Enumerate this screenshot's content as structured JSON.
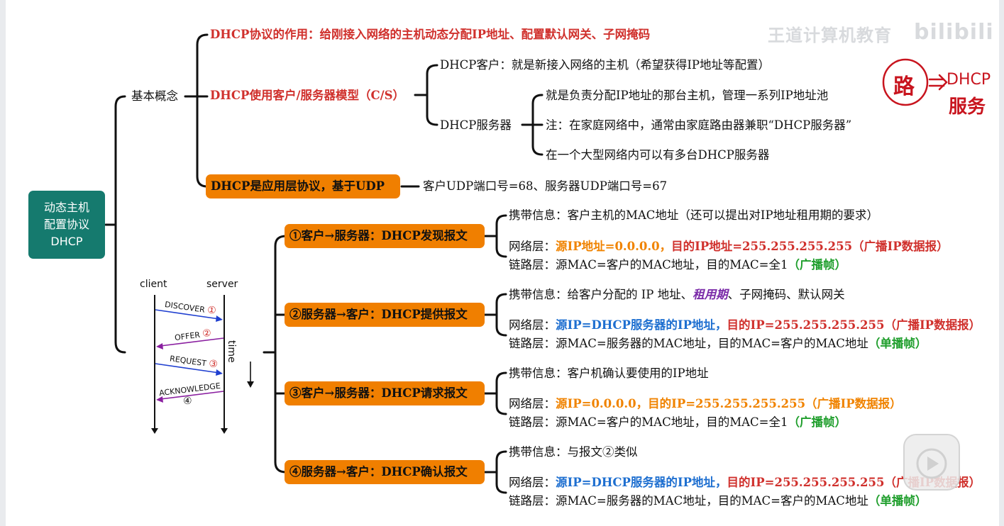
{
  "root": {
    "line1": "动态主机",
    "line2": "配置协议",
    "line3": "DHCP"
  },
  "basic": {
    "label": "基本概念",
    "role": "DHCP协议的作用：给刚接入网络的主机动态分配IP地址、配置默认网关、子网掩码",
    "cs_model": "DHCP使用客户/服务器模型（C/S）",
    "client_label": "DHCP客户：",
    "client_desc": "就是新接入网络的主机（希望获得IP地址等配置）",
    "server_label": "DHCP服务器",
    "server_notes": [
      "就是负责分配IP地址的那台主机，管理一系列IP地址池",
      "注：在家庭网络中，通常由家庭路由器兼职“DHCP服务器”",
      "在一个大型网络内可以有多台DHCP服务器"
    ],
    "app_layer": "DHCP是应用层协议，基于UDP",
    "ports": "客户UDP端口号=68、服务器UDP端口号=67"
  },
  "sequence": {
    "client": "client",
    "server": "server",
    "time": "time",
    "msgs": [
      "DISCOVER",
      "OFFER",
      "REQUEST",
      "ACKNOWLEDGE"
    ],
    "nums": [
      "①",
      "②",
      "③",
      "④"
    ]
  },
  "messages": [
    {
      "title": "①客户→服务器：DHCP发现报文",
      "carry_label": "携带信息：",
      "carry": "客户主机的MAC地址（还可以提出对IP地址租用期的要求）",
      "net_label": "网络层：",
      "net": "源IP地址=0.0.0.0，",
      "net2": "目的IP地址=255.255.255.255（广播IP数据报）",
      "link_label": "链路层：",
      "link": "源MAC=客户的MAC地址，目的MAC=全1",
      "link_tag": "（广播帧）"
    },
    {
      "title": "②服务器→客户：DHCP提供报文",
      "carry_label": "携带信息：",
      "carry_a": "给客户分配的 IP 地址、",
      "carry_b": "租用期",
      "carry_c": "、子网掩码、默认网关",
      "net_label": "网络层：",
      "net": "源IP=DHCP服务器的IP地址，",
      "net2": "目的IP=255.255.255.255（广播IP数据报）",
      "link_label": "链路层：",
      "link": "源MAC=服务器的MAC地址，目的MAC=客户的MAC地址",
      "link_tag": "（单播帧）"
    },
    {
      "title": "③客户→服务器：DHCP请求报文",
      "carry_label": "携带信息：",
      "carry": "客户机确认要使用的IP地址",
      "net_label": "网络层：",
      "net": "源IP=0.0.0.0，目的IP=255.255.255.255（广播IP数据报）",
      "link_label": "链路层：",
      "link": "源MAC=客户的MAC地址，目的MAC=全1",
      "link_tag": "（广播帧）"
    },
    {
      "title": "④服务器→客户：DHCP确认报文",
      "carry_label": "携带信息：",
      "carry": "与报文②类似",
      "net_label": "网络层：",
      "net": "源IP=DHCP服务器的IP地址，",
      "net2": "目的IP=255.255.255.255（广播IP数据报）",
      "link_label": "链路层：",
      "link": "源MAC=服务器的MAC地址，目的MAC=客户的MAC地址",
      "link_tag": "（单播帧）"
    }
  ],
  "handwritten": {
    "char": "路",
    "arrow": "⇒",
    "line1": "DHCP",
    "line2": "服务"
  },
  "watermark": {
    "text": "王道计算机教育",
    "logo": "bilibili"
  },
  "colors": {
    "root": "#157a6e",
    "box": "#f07f00",
    "red": "#d0312d",
    "orange": "#f08300",
    "blue": "#1e6fd0",
    "green": "#1f9e2c",
    "purple": "#7a2aa8"
  }
}
